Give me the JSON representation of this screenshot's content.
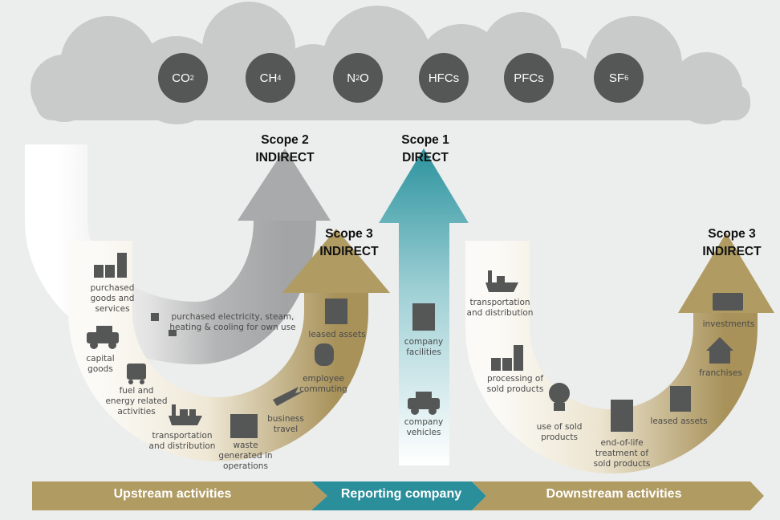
{
  "gases": [
    {
      "base": "CO",
      "sub": "2"
    },
    {
      "base": "CH",
      "sub": "4"
    },
    {
      "base": "N",
      "sub": "2",
      "after": "O"
    },
    {
      "base": "HFCs",
      "sub": ""
    },
    {
      "base": "PFCs",
      "sub": ""
    },
    {
      "base": "SF",
      "sub": "6"
    }
  ],
  "scopes": {
    "scope2": {
      "title": "Scope 2",
      "type": "INDIRECT"
    },
    "scope1": {
      "title": "Scope 1",
      "type": "DIRECT"
    },
    "scope3_up": {
      "title": "Scope 3",
      "type": "INDIRECT"
    },
    "scope3_down": {
      "title": "Scope 3",
      "type": "INDIRECT"
    }
  },
  "scope2_items": [
    "purchased electricity, steam,\nheating & cooling for own use"
  ],
  "scope1_items": [
    "company\nfacilities",
    "company\nvehicles"
  ],
  "upstream_items": [
    "purchased\ngoods and\nservices",
    "capital\ngoods",
    "fuel and\nenergy related\nactivities",
    "transportation\nand distribution",
    "waste\ngenerated in\noperations",
    "business\ntravel",
    "employee\ncommuting",
    "leased assets"
  ],
  "downstream_items": [
    "transportation\nand distribution",
    "processing of\nsold products",
    "use of sold\nproducts",
    "end-of-life\ntreatment of\nsold products",
    "leased assets",
    "franchises",
    "investments"
  ],
  "banner": {
    "upstream": "Upstream activities",
    "reporting": "Reporting company",
    "downstream": "Downstream activities"
  },
  "colors": {
    "gold": "#b09b62",
    "teal": "#2b939e",
    "gray": "#a9aaab",
    "cloud": "#c9caca",
    "icon": "#555656"
  }
}
